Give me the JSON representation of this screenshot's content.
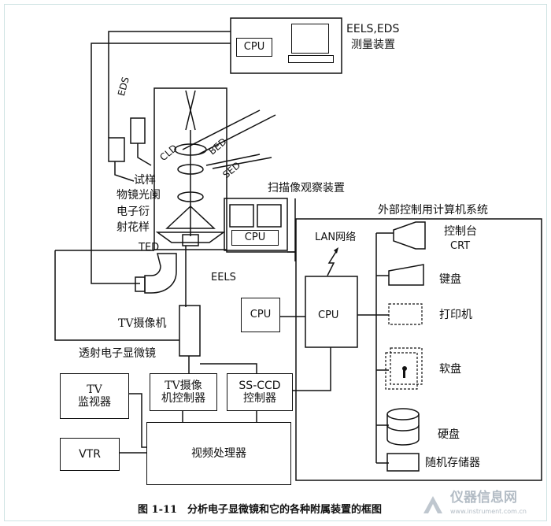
{
  "top_system": {
    "title_line1": "EELS,EDS",
    "title_line2": "测量装置",
    "cpu": "CPU"
  },
  "detectors": {
    "eds": "EDS",
    "cld": "CLD",
    "bed": "BED",
    "sed": "SED"
  },
  "specimen_labels": {
    "specimen": "试样",
    "aperture": "物镜光阑",
    "diffraction_1": "电子衍",
    "diffraction_2": "射花样"
  },
  "ted": "TED",
  "eels": "EELS",
  "scan_system": {
    "title": "扫描像观察装置",
    "cpu": "CPU"
  },
  "external_system": {
    "title": "外部控制用计算机系统",
    "lan": "LAN网络",
    "cpu": "CPU",
    "console_line1": "控制台",
    "console_line2": "CRT",
    "keyboard": "键盘",
    "printer": "打印机",
    "floppy": "软盘",
    "hard_disk": "硬盘",
    "ram": "随机存储器"
  },
  "left_cpu": "CPU",
  "tv_camera": "TV摄像机",
  "tem": "透射电子显微镜",
  "tv_monitor_line1": "TV",
  "tv_monitor_line2": "监视器",
  "tv_controller_line1": "TV摄像",
  "tv_controller_line2": "机控制器",
  "ccd_controller_line1": "SS-CCD",
  "ccd_controller_line2": "控制器",
  "vtr": "VTR",
  "video_processor": "视频处理器",
  "caption": "图 1-11　分析电子显微镜和它的各种附属装置的框图",
  "watermark": {
    "text": "仪器信息网",
    "url": "www.instrument.com.cn"
  }
}
